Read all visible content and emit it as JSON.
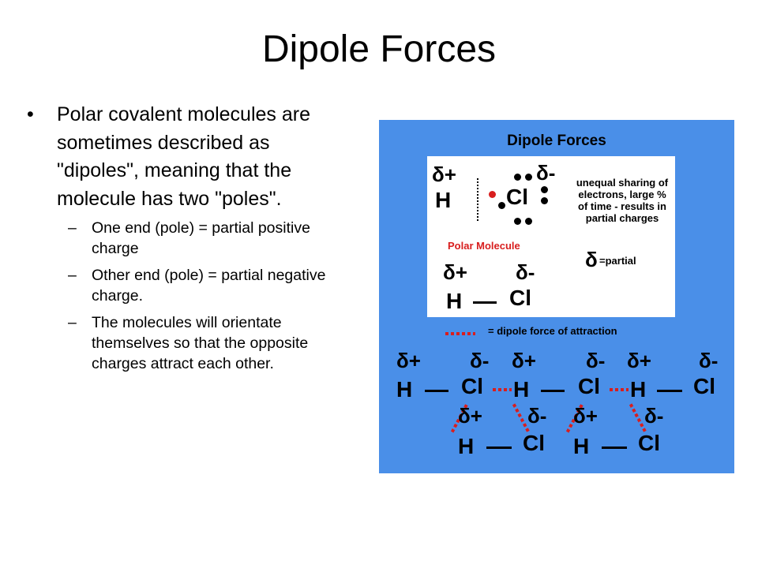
{
  "slide": {
    "title": "Dipole Forces",
    "main_bullet": "Polar covalent molecules are sometimes described as \"dipoles\", meaning that the molecule has two \"poles\".",
    "bullet_char": "•",
    "dash_char": "–",
    "sub_bullets": [
      "One end (pole) = partial positive charge",
      "Other end (pole) = partial negative charge.",
      "The molecules will orientate themselves so that the opposite charges attract each other."
    ]
  },
  "figure": {
    "title": "Dipole Forces",
    "delta_plus": "δ+",
    "delta_minus": "δ-",
    "delta": "δ",
    "h": "H",
    "cl": "Cl",
    "note": "unequal sharing of electrons, large % of time - results in partial charges",
    "polar_molecule": "Polar Molecule",
    "partial": "=partial",
    "legend": "= dipole force of attraction",
    "colors": {
      "background": "#4a8fe8",
      "panel": "#ffffff",
      "accent": "#d81e1e"
    }
  }
}
